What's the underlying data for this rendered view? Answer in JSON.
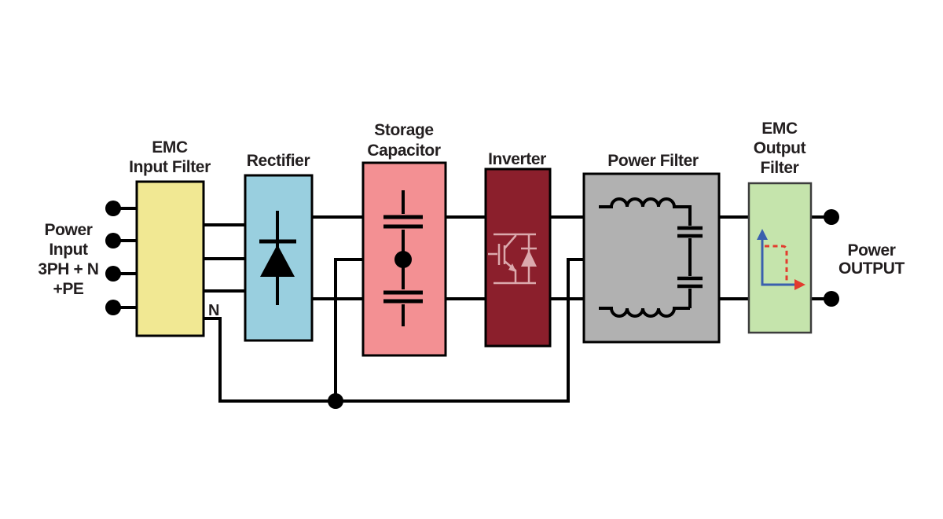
{
  "diagram": {
    "type": "power-conversion-block-diagram",
    "flow": [
      "Power Input",
      "EMC Input Filter",
      "Rectifier",
      "Storage Capacitor",
      "Inverter",
      "Power Filter",
      "EMC Output Filter",
      "Power OUTPUT"
    ]
  },
  "power_input": {
    "label_lines": [
      "Power",
      "Input",
      "3PH + N",
      "+PE"
    ],
    "terminal_count": 4
  },
  "power_output": {
    "label_lines": [
      "Power",
      "OUTPUT"
    ],
    "terminal_count": 2
  },
  "neutral_wire_label": "N",
  "blocks": [
    {
      "name": "EMC Input Filter",
      "label_lines": [
        "EMC",
        "Input Filter"
      ],
      "color": "#f1e893",
      "symbol": "none"
    },
    {
      "name": "Rectifier",
      "label_lines": [
        "Rectifier"
      ],
      "color": "#99cfdf",
      "symbol": "diode-icon"
    },
    {
      "name": "Storage Capacitor",
      "label_lines": [
        "Storage",
        "Capacitor"
      ],
      "color": "#f39093",
      "symbol": "series-capacitors-icon"
    },
    {
      "name": "Inverter",
      "label_lines": [
        "Inverter"
      ],
      "color": "#8b1f2c",
      "symbol": "igbt-with-diode-icon"
    },
    {
      "name": "Power Filter",
      "label_lines": [
        "Power Filter"
      ],
      "color": "#b1b1b1",
      "symbol": "lc-filter-icon"
    },
    {
      "name": "EMC Output Filter",
      "label_lines": [
        "EMC",
        "Output",
        "Filter"
      ],
      "color": "#c5e4ac",
      "symbol": "attenuation-graph-icon"
    }
  ],
  "colors": {
    "background": "#ffffff",
    "wire": "#000000",
    "text": "#231f20",
    "block_border": "#000000",
    "output_filter_border": "#3d3d3d",
    "inverter_symbol": "#dba9ad",
    "graph_axes": "#3a5fae",
    "graph_curve": "#e23b2e"
  }
}
